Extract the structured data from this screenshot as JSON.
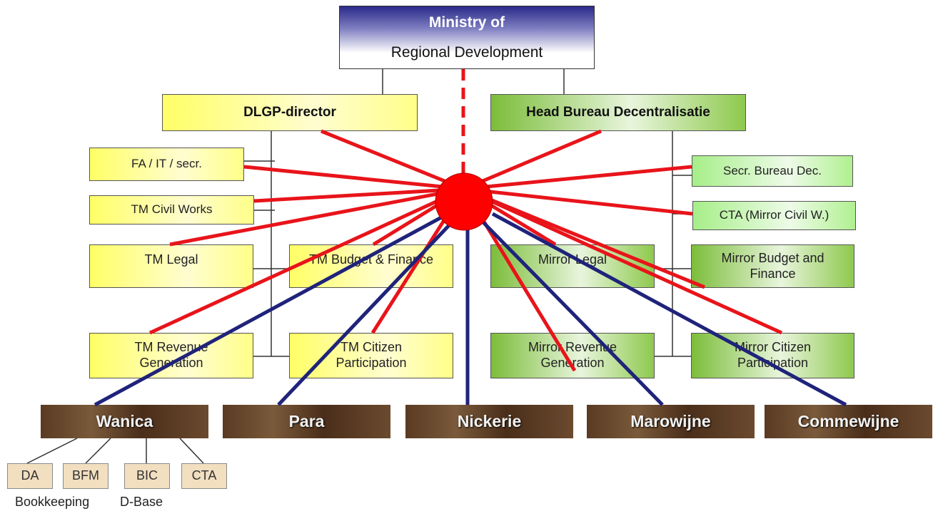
{
  "ministry": {
    "line1": "Ministry of",
    "line2": "Regional Development"
  },
  "dlgp_director": "DLGP-director",
  "head_bureau": "Head Bureau Decentralisatie",
  "left_units": {
    "fa_it": "FA / IT / secr.",
    "civil_works": "TM Civil Works",
    "legal": "TM Legal",
    "budget_finance": "TM Budget & Finance",
    "revenue": "TM Revenue Generation",
    "citizen": "TM Citizen Participation"
  },
  "right_units": {
    "secr": "Secr. Bureau Dec.",
    "cta": "CTA (Mirror Civil W.)",
    "legal": "Mirror Legal",
    "budget_finance": "Mirror Budget and Finance",
    "revenue": "Mirror Revenue Generation",
    "citizen": "Mirror Citizen Participation"
  },
  "districts": [
    "Wanica",
    "Para",
    "Nickerie",
    "Marowijne",
    "Commewijne"
  ],
  "wanica_units": [
    "DA",
    "BFM",
    "BIC",
    "CTA"
  ],
  "notes": {
    "bookkeeping": "Bookkeeping",
    "dbase": "D-Base"
  },
  "colors": {
    "hub": "#ff0000",
    "spoke_red": "#e8141a",
    "spoke_blue": "#1f237a",
    "yellow_box": "#ffff66",
    "green_box": "#7cbd3a",
    "district_bg": "#5a3a22",
    "ministry_top": "#2a2a8a"
  }
}
